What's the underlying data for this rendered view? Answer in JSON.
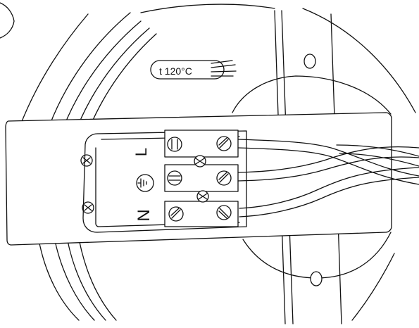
{
  "cable_label": "t 120°C",
  "terminal_labels": {
    "live": "L",
    "neutral": "N"
  },
  "earth_symbol": "earth-ground-symbol",
  "icons": [
    "cable-icon",
    "screw-icon",
    "earth-ground-symbol"
  ]
}
